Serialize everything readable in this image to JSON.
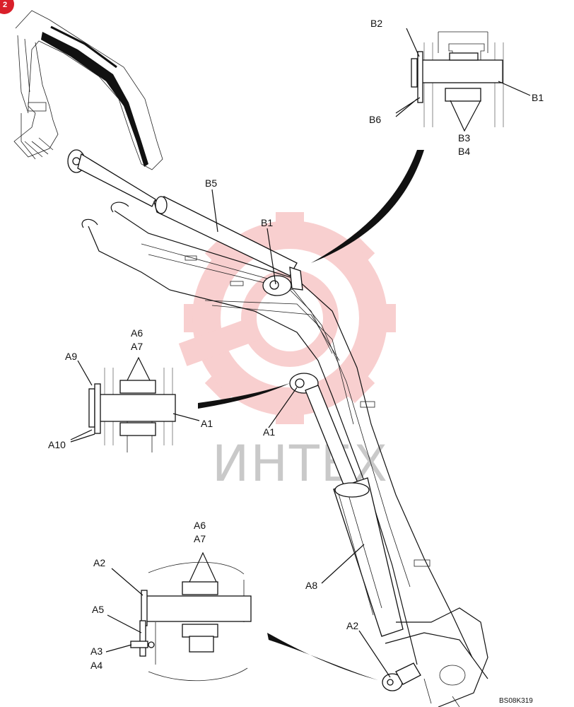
{
  "page": {
    "badge": "2",
    "code": "BS08K319",
    "watermark": "ИНТЕХ"
  },
  "callouts": {
    "b_detail": {
      "b2": "B2",
      "b1": "B1",
      "b6": "B6",
      "b3": "B3",
      "b4": "B4"
    },
    "main_arm": {
      "b5": "B5",
      "b1": "B1",
      "a1": "A1",
      "a8": "A8",
      "a2": "A2"
    },
    "a1_detail": {
      "a6": "A6",
      "a7": "A7",
      "a9": "A9",
      "a1": "A1",
      "a10": "A10"
    },
    "a2_detail": {
      "a6": "A6",
      "a7": "A7",
      "a2": "A2",
      "a5": "A5",
      "a3": "A3",
      "a4": "A4"
    }
  },
  "colors": {
    "line": "#111111",
    "watermark_gear": "#f4b3b3",
    "watermark_text": "#c9c9c9",
    "badge": "#d9202a"
  }
}
